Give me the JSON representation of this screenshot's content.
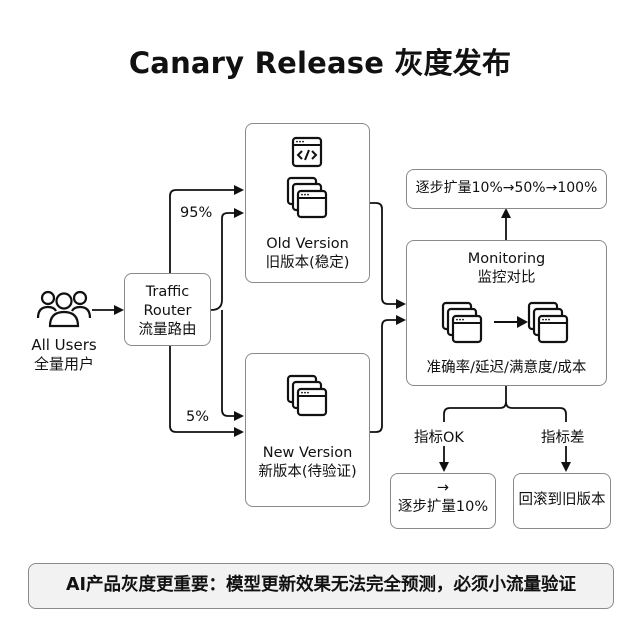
{
  "title": "Canary Release 灰度发布",
  "users": {
    "label_en": "All Users",
    "label_zh": "全量用户",
    "icon": "users-group-icon"
  },
  "router": {
    "line1": "Traffic",
    "line2": "Router",
    "line3": "流量路由"
  },
  "routes": {
    "old_pct": "95%",
    "new_pct": "5%"
  },
  "old_version": {
    "label_en": "Old Version",
    "label_zh": "旧版本(稳定)",
    "icons": [
      "code-window-icon",
      "stacked-windows-icon"
    ]
  },
  "new_version": {
    "label_en": "New Version",
    "label_zh": "新版本(待验证)",
    "icons": [
      "stacked-windows-icon"
    ]
  },
  "monitoring": {
    "label_en": "Monitoring",
    "label_zh": "监控对比",
    "metrics": "准确率/延迟/满意度/成本"
  },
  "expand": {
    "label": "逐步扩量10%→50%→100%"
  },
  "branches": {
    "ok": {
      "condition": "指标OK",
      "arrow": "→",
      "action": "逐步扩量10%"
    },
    "bad": {
      "condition": "指标差",
      "action": "回滚到旧版本"
    }
  },
  "footer": {
    "note": "AI产品灰度更重要：模型更新效果无法完全预测，必须小流量验证"
  }
}
